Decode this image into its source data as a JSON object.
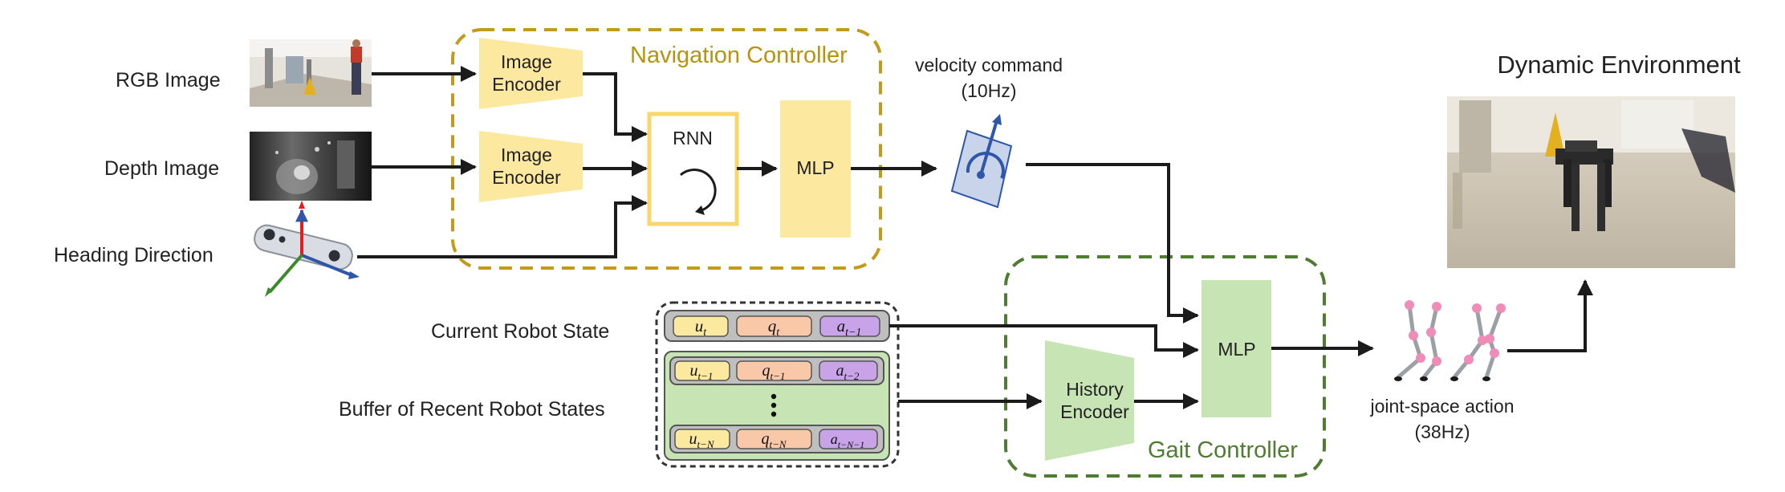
{
  "colors": {
    "nav_border": "#c49a1a",
    "nav_title": "#b8930f",
    "nav_fill": "#fde8a0",
    "gait_border": "#4e7d31",
    "gait_title": "#4e7d31",
    "gait_fill": "#c7e4b4",
    "arrow": "#1b1b1b",
    "state_u": "#fbe9a0",
    "state_q": "#f9c8a8",
    "state_a": "#c8a3e8",
    "buffer_bg": "#c7e4b4"
  },
  "inputs": {
    "rgb": "RGB Image",
    "depth": "Depth Image",
    "heading": "Heading Direction",
    "current_state": "Current Robot State",
    "buffer": "Buffer of Recent Robot States"
  },
  "navigation": {
    "title": "Navigation Controller",
    "image_encoder_line1": "Image",
    "image_encoder_line2": "Encoder",
    "rnn": "RNN",
    "mlp": "MLP"
  },
  "velocity": {
    "line1": "velocity command",
    "line2": "(10Hz)"
  },
  "gait": {
    "title": "Gait Controller",
    "history_line1": "History",
    "history_line2": "Encoder",
    "mlp": "MLP"
  },
  "action": {
    "line1": "joint-space action",
    "line2": "(38Hz)"
  },
  "environment": {
    "title": "Dynamic Environment"
  },
  "states": {
    "current": {
      "u": {
        "base": "u",
        "sub": "t"
      },
      "q": {
        "base": "q",
        "sub": "t"
      },
      "a": {
        "base": "a",
        "sub": "t−1"
      }
    },
    "row1": {
      "u": {
        "base": "u",
        "sub": "t−1"
      },
      "q": {
        "base": "q",
        "sub": "t−1"
      },
      "a": {
        "base": "a",
        "sub": "t−2"
      }
    },
    "rowN": {
      "u": {
        "base": "u",
        "sub": "t−N"
      },
      "q": {
        "base": "q",
        "sub": "t−N"
      },
      "a": {
        "base": "a",
        "sub": "t−N−1"
      }
    }
  },
  "icons": {
    "rgb": "rgb-image-thumbnail",
    "depth": "depth-image-thumbnail",
    "heading": "depth-camera-icon",
    "velocity": "velocity-command-icon",
    "action": "leg-skeleton-icon",
    "environment": "robot-photo"
  }
}
